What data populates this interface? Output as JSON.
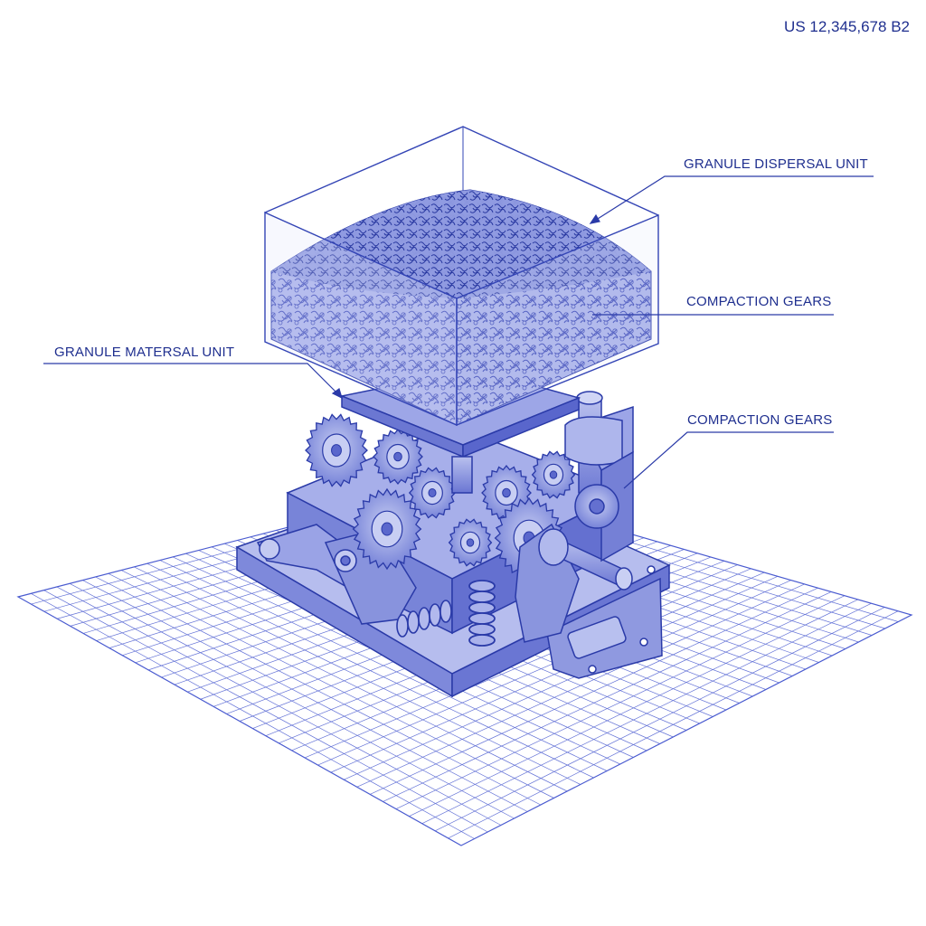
{
  "patent_number": "US 12,345,678 B2",
  "callouts": {
    "dispersal": "GRANULE DISPERSAL UNIT",
    "compaction_upper": "COMPACTION GEARS",
    "material": "GRANULE MATERSAL UNIT",
    "compaction_lower": "COMPACTION GEARS"
  },
  "colors": {
    "ink": "#1f2f8f",
    "line": "#3344b5",
    "fill_light": "#9fa8e6",
    "fill_mid": "#6c78d6",
    "grid": "#4a5bd0"
  }
}
